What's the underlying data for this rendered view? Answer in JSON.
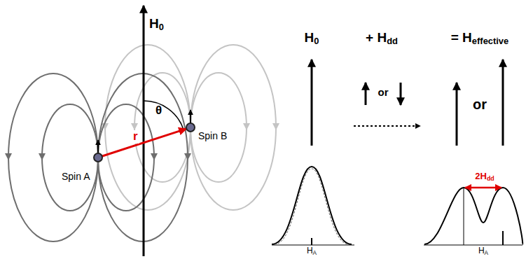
{
  "diagram": {
    "labels": [
      "H0",
      "θ",
      "r",
      "Spin A",
      "Spin B",
      "H0",
      "+ Hdd",
      "= Heffective",
      "or",
      "or",
      "HA",
      "2Hdd",
      "HA"
    ]
  }
}
